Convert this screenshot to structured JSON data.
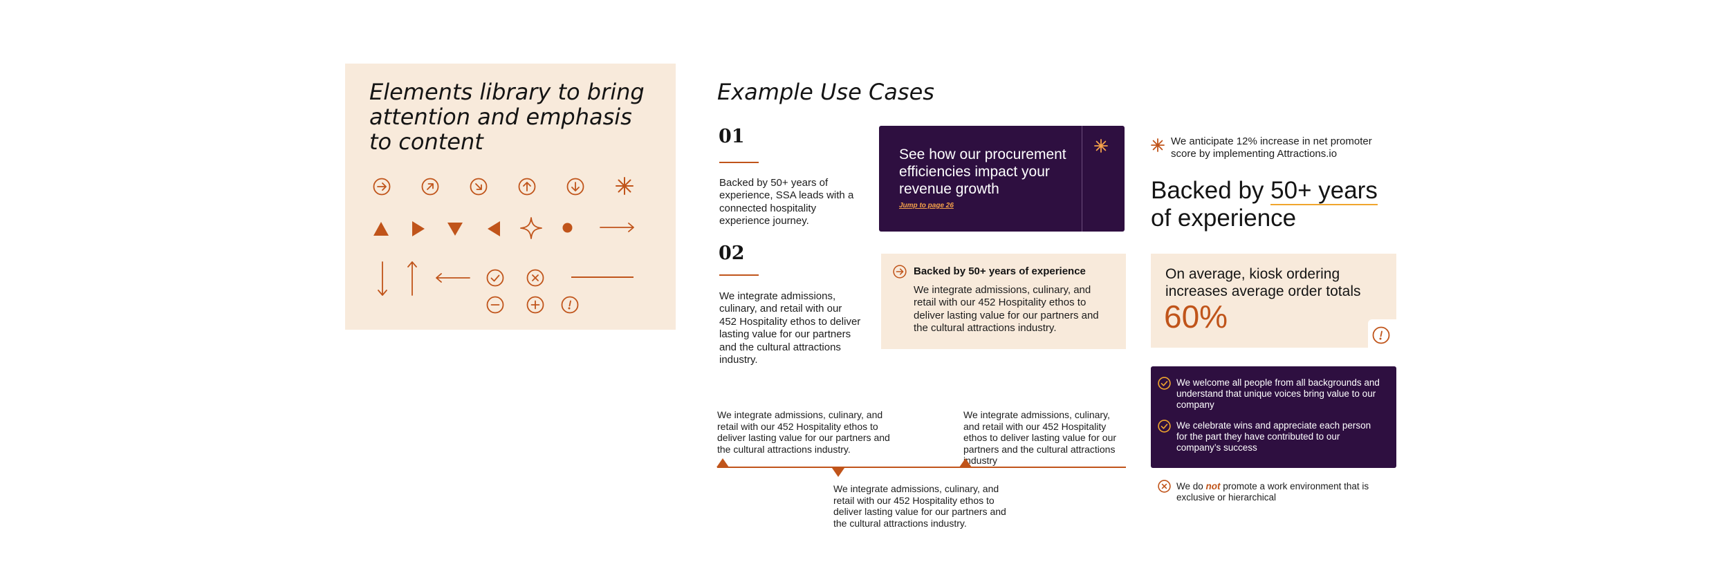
{
  "library": {
    "title": "Elements library to bring attention and emphasis to content",
    "icons": [
      "arrow-right-circle-icon",
      "arrow-up-right-circle-icon",
      "arrow-down-right-circle-icon",
      "arrow-up-circle-icon",
      "arrow-down-circle-icon",
      "asterisk-icon",
      "triangle-up-icon",
      "triangle-right-icon",
      "triangle-down-icon",
      "triangle-left-icon",
      "sparkle-icon",
      "dot-icon",
      "long-arrow-right-icon",
      "long-arrow-down-icon",
      "long-arrow-up-icon",
      "long-arrow-left-icon",
      "check-circle-icon",
      "x-circle-icon",
      "line-icon",
      "minus-circle-icon",
      "plus-circle-icon",
      "exclamation-circle-icon"
    ]
  },
  "use_cases": {
    "title": "Example Use Cases",
    "item1": {
      "number": "01",
      "text": "Backed by 50+ years of experience, SSA leads with a connected hospitality experience journey."
    },
    "item2": {
      "number": "02",
      "text": "We integrate admissions, culinary, and retail with our 452 Hospitality ethos to deliver lasting value for our partners and the cultural attractions industry."
    },
    "procurement_card": {
      "title": "See how our procurement efficiencies impact your revenue growth",
      "link": "Jump to page 26",
      "icon": "asterisk-icon"
    },
    "callout": {
      "heading": "Backed by 50+ years of experience",
      "body": "We integrate admissions, culinary, and retail with our 452 Hospitality ethos to deliver lasting value for our partners and the cultural attractions industry.",
      "icon": "arrow-right-circle-icon"
    },
    "timeline": [
      {
        "text": "We integrate admissions, culinary, and retail with our 452 Hospitality ethos to deliver lasting value for our partners and the cultural attractions industry."
      },
      {
        "text": "We integrate admissions, culinary, and retail with our 452 Hospitality ethos to deliver lasting value for our partners and the cultural attractions industry."
      },
      {
        "text": "We integrate admissions, culinary, and retail with our 452 Hospitality ethos to deliver lasting value for our partners and the cultural attractions industry"
      }
    ]
  },
  "right_column": {
    "anticipate": "We anticipate 12% increase in net promoter score by implementing Attractions.io",
    "backed_prefix": "Backed by ",
    "backed_highlight": "50+ years",
    "backed_suffix": "of experience",
    "stat_text": "On average, kiosk ordering increases average order totals",
    "stat_value": "60%",
    "values": [
      "We welcome all people from all backgrounds and understand that unique voices bring value to our company",
      "We celebrate wins and appreciate each person for the part they have contributed to our company’s success"
    ],
    "negative_prefix": "We do ",
    "negative_em": "not",
    "negative_suffix": " promote a work environment that is exclusive or hierarchical"
  },
  "colors": {
    "accent": "#c0541a",
    "accent_light": "#f5a24a",
    "purple": "#2e0f40",
    "beige": "#f8eadb",
    "highlight": "#f0a52d"
  }
}
